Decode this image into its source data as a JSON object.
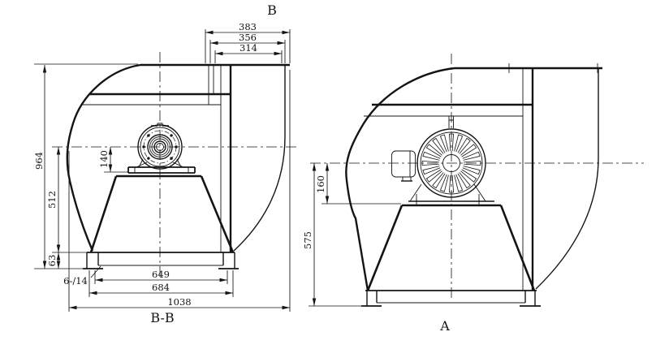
{
  "drawing": {
    "view_direction_label": "B",
    "left_view": {
      "name": "B-B",
      "dims": {
        "d383": "383",
        "d356": "356",
        "d314": "314",
        "d964": "964",
        "d512": "512",
        "d63": "63",
        "d140": "140",
        "bolt_note": "6-∕14",
        "d649": "649",
        "d684": "684",
        "d1038": "1038"
      }
    },
    "right_view": {
      "name": "A",
      "dims": {
        "d575": "575",
        "d160": "160"
      }
    },
    "colors": {
      "line": "#141414",
      "background": "#ffffff"
    }
  }
}
